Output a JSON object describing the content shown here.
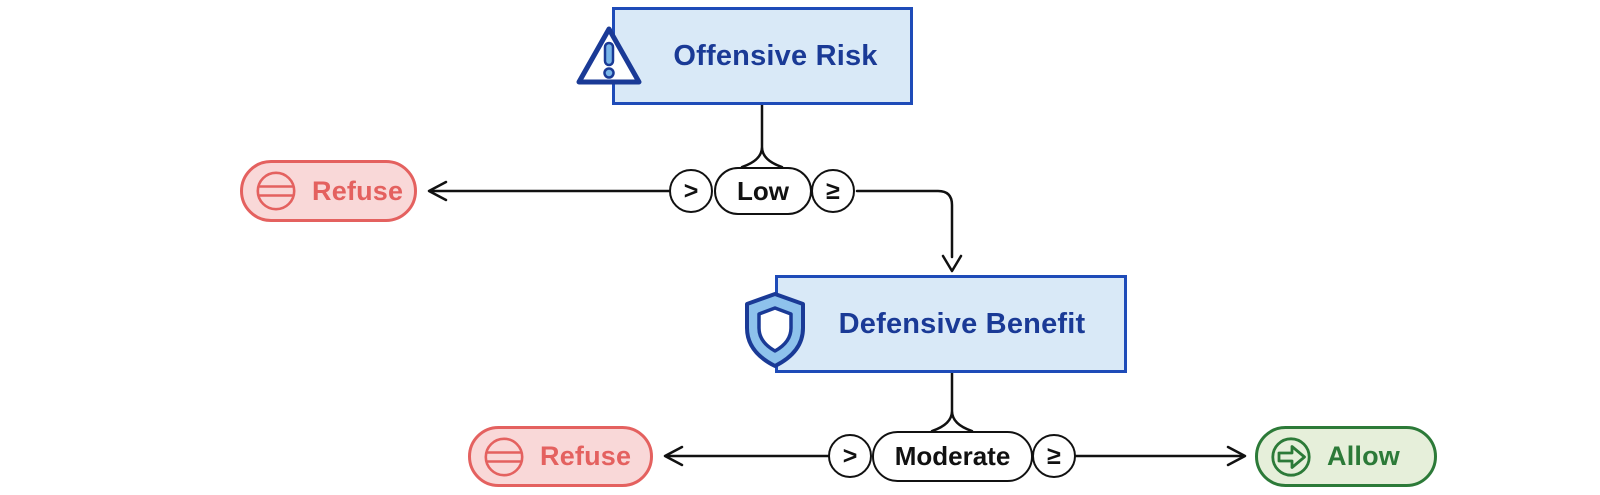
{
  "diagram": {
    "type": "decision-flowchart",
    "nodes": {
      "offensive_risk": {
        "label": "Offensive Risk",
        "icon": "warning-triangle"
      },
      "defensive_benefit": {
        "label": "Defensive Benefit",
        "icon": "shield"
      },
      "low_threshold": {
        "label": "Low",
        "op_left": ">",
        "op_right": "≥"
      },
      "moderate_threshold": {
        "label": "Moderate",
        "op_left": ">",
        "op_right": "≥"
      },
      "refuse_top": {
        "label": "Refuse",
        "icon": "no-entry-circle"
      },
      "refuse_bottom": {
        "label": "Refuse",
        "icon": "no-entry-circle"
      },
      "allow": {
        "label": "Allow",
        "icon": "arrow-right-circle"
      }
    },
    "edges": [
      {
        "from": "offensive_risk",
        "to": "low_threshold"
      },
      {
        "from": "low_threshold",
        "op": ">",
        "to": "refuse_top"
      },
      {
        "from": "low_threshold",
        "op": "≥",
        "to": "defensive_benefit"
      },
      {
        "from": "defensive_benefit",
        "to": "moderate_threshold"
      },
      {
        "from": "moderate_threshold",
        "op": ">",
        "to": "refuse_bottom"
      },
      {
        "from": "moderate_threshold",
        "op": "≥",
        "to": "allow"
      }
    ],
    "colors": {
      "condition_fill": "#d9e9f7",
      "condition_border": "#1e4bb8",
      "condition_text": "#1a3a96",
      "refuse_fill": "#f9d8d8",
      "refuse_accent": "#e4615f",
      "allow_fill": "#e6efda",
      "allow_accent": "#2c7a38",
      "line": "#111111",
      "shield_fill": "#8ec2ec",
      "exclamation_fill": "#7ab6e8"
    }
  }
}
